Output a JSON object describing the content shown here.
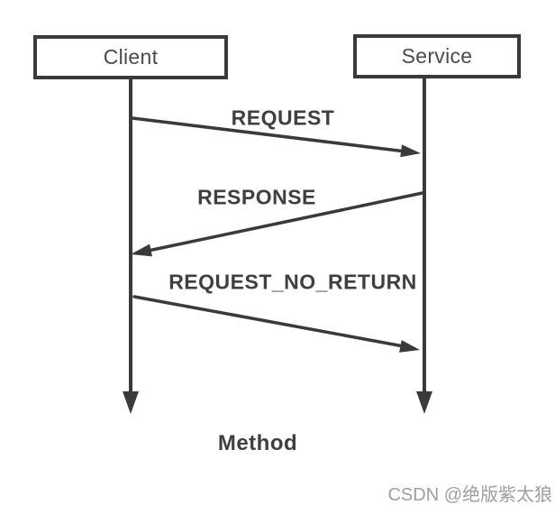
{
  "diagram": {
    "type": "sequence-diagram",
    "actors": [
      {
        "label": "Client"
      },
      {
        "label": "Service"
      }
    ],
    "messages": [
      {
        "label": "REQUEST",
        "from": "Client",
        "to": "Service"
      },
      {
        "label": "RESPONSE",
        "from": "Service",
        "to": "Client"
      },
      {
        "label": "REQUEST_NO_RETURN",
        "from": "Client",
        "to": "Service"
      }
    ],
    "caption": "Method"
  },
  "watermark": "CSDN @绝版紫太狼",
  "colors": {
    "stroke": "#3a3a3a",
    "box_border": "#3a3a3a",
    "box_fill": "#ffffff",
    "label_text": "#3f3f3f",
    "actor_text": "#4a4a4a",
    "background": "#ffffff",
    "watermark": "#9e9e9e"
  }
}
